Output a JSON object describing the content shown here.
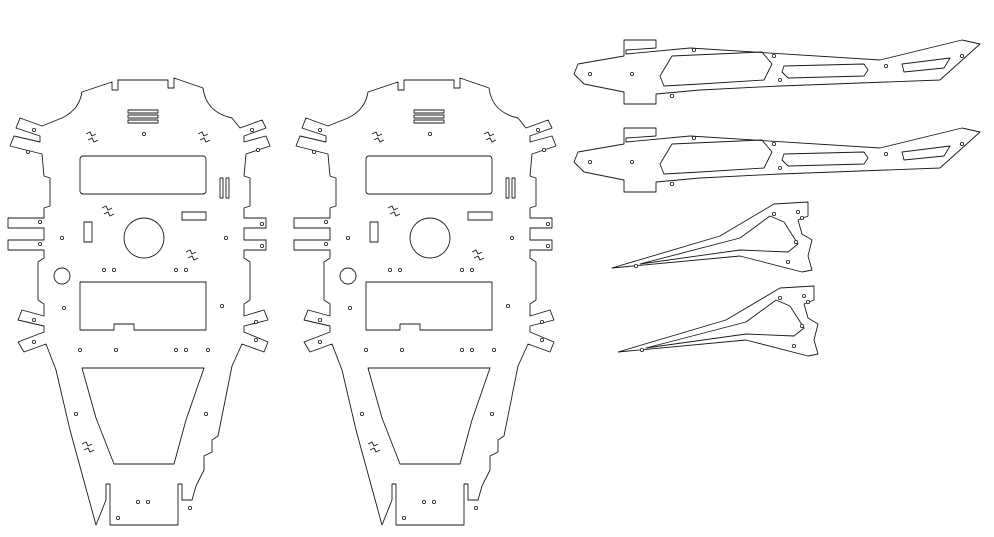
{
  "drawing": {
    "background": "#ffffff",
    "line_color": "#1a1a1a",
    "parts": [
      {
        "id": "frame-plate-left",
        "kind": "frame plate"
      },
      {
        "id": "frame-plate-right",
        "kind": "frame plate"
      },
      {
        "id": "side-arm-1",
        "kind": "side arm"
      },
      {
        "id": "side-arm-2",
        "kind": "side arm"
      },
      {
        "id": "tail-brace-1",
        "kind": "tail brace"
      },
      {
        "id": "tail-brace-2",
        "kind": "tail brace"
      }
    ]
  }
}
